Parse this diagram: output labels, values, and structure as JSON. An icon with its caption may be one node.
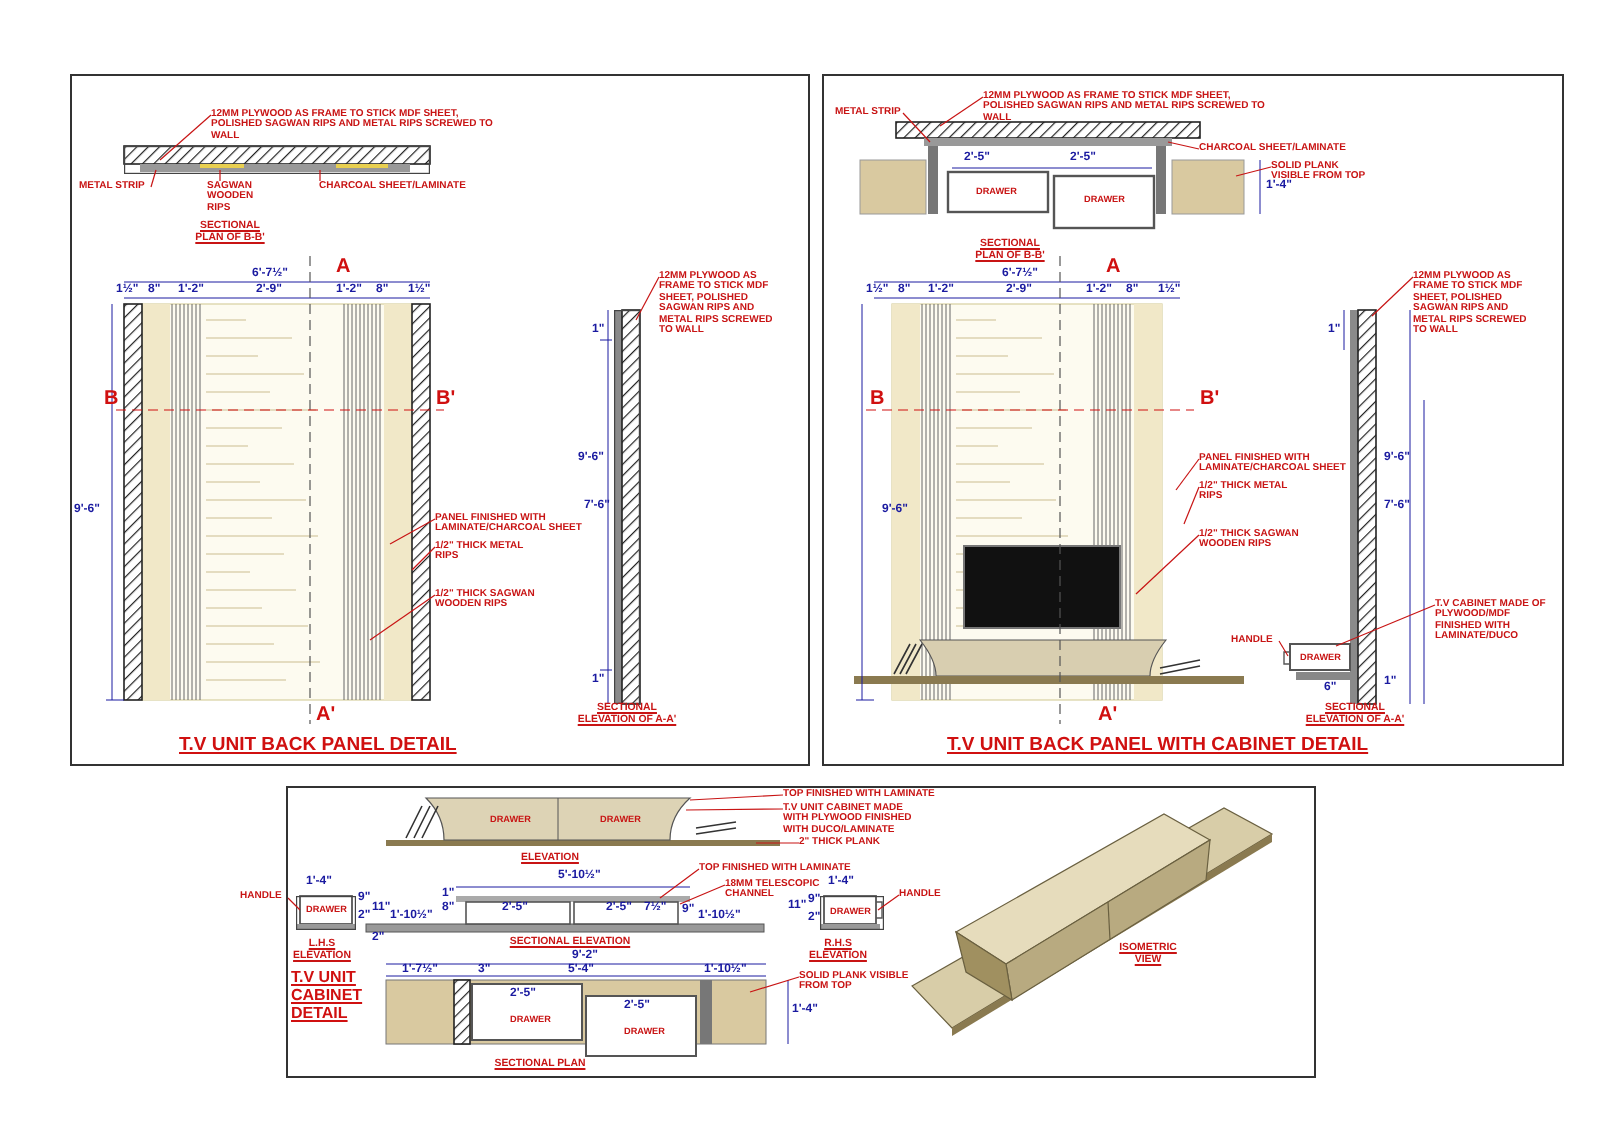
{
  "diagram": {
    "nodes": [
      {
        "text": [
          "T.V UNIT BACK PANEL DETAIL"
        ]
      },
      {
        "text": [
          "T.V UNIT BACK PANEL WITH CABINET DETAIL"
        ]
      },
      {
        "text": [
          "T.V UNIT CABINET DETAIL"
        ]
      },
      {
        "text": [
          "12MM PLYWOOD AS FRAME TO STICK MDF SHEET, POLISHED SAGWAN RIPS AND METAL RIPS SCREWED TO WALL"
        ],
        "in": 0
      },
      {
        "text": [
          "METAL STRIP"
        ],
        "in": 0
      },
      {
        "text": [
          "SAGWAN WOODEN RIPS"
        ],
        "in": 0
      },
      {
        "text": [
          "CHARCOAL SHEET/LAMINATE"
        ],
        "in": 0
      },
      {
        "text": [
          "12MM PLYWOOD AS FRAME TO STICK MDF SHEET, POLISHED SAGWAN RIPS AND METAL RIPS SCREWED TO WALL"
        ],
        "in": 0
      },
      {
        "text": [
          "PANEL FINISHED WITH LAMINATE/CHARCOAL SHEET"
        ],
        "in": 0
      },
      {
        "text": [
          "1/2\" THICK METAL RIPS"
        ],
        "in": 0
      },
      {
        "text": [
          "1/2\" THICK SAGWAN WOODEN RIPS"
        ],
        "in": 0
      },
      {
        "text": [
          "12MM PLYWOOD AS FRAME TO STICK MDF SHEET, POLISHED SAGWAN RIPS AND METAL RIPS SCREWED TO WALL"
        ],
        "in": 1
      },
      {
        "text": [
          "METAL STRIP"
        ],
        "in": 1
      },
      {
        "text": [
          "CHARCOAL SHEET/LAMINATE"
        ],
        "in": 1
      },
      {
        "text": [
          "SOLID PLANK VISIBLE FROM TOP"
        ],
        "in": 1
      },
      {
        "text": [
          "12MM PLYWOOD AS FRAME TO STICK MDF SHEET, POLISHED SAGWAN RIPS AND METAL RIPS SCREWED TO WALL"
        ],
        "in": 1
      },
      {
        "text": [
          "PANEL FINISHED WITH LAMINATE/CHARCOAL SHEET"
        ],
        "in": 1
      },
      {
        "text": [
          "1/2\" THICK METAL RIPS"
        ],
        "in": 1
      },
      {
        "text": [
          "1/2\" THICK SAGWAN WOODEN RIPS"
        ],
        "in": 1
      },
      {
        "text": [
          "T.V CABINET MADE OF PLYWOOD/MDF FINISHED WITH LAMINATE/DUCO"
        ],
        "in": 1
      },
      {
        "text": [
          "HANDLE"
        ],
        "in": 1
      },
      {
        "text": [
          "TOP FINISHED WITH LAMINATE"
        ],
        "in": 2
      },
      {
        "text": [
          "T.V UNIT CABINET MADE WITH PLYWOOD FINISHED WITH DUCO/LAMINATE"
        ],
        "in": 2
      },
      {
        "text": [
          "2\" THICK PLANK"
        ],
        "in": 2
      },
      {
        "text": [
          "TOP FINISHED WITH LAMINATE"
        ],
        "in": 2
      },
      {
        "text": [
          "18MM TELESCOPIC CHANNEL"
        ],
        "in": 2
      },
      {
        "text": [
          "HANDLE"
        ]
      },
      {
        "text": [
          "HANDLE"
        ],
        "in": 2
      },
      {
        "text": [
          "SOLID PLANK VISIBLE FROM TOP"
        ],
        "in": 2
      },
      {
        "text": [],
        "shape": "box",
        "in": 0
      },
      {
        "text": [],
        "shape": "picture",
        "in": 0
      },
      {
        "text": [],
        "shape": "box",
        "in": 0
      },
      {
        "text": [],
        "shape": "picture",
        "in": 1
      },
      {
        "text": [],
        "shape": "picture",
        "in": 1
      },
      {
        "text": [],
        "shape": "picture",
        "in": 1
      },
      {
        "text": [],
        "shape": "picture",
        "in": 2
      },
      {
        "text": [],
        "shape": "picture",
        "in": 2
      },
      {
        "text": [],
        "shape": "box",
        "in": 2
      },
      {
        "text": [],
        "shape": "box",
        "in": 2
      },
      {
        "text": [],
        "shape": "picture",
        "in": 2
      }
    ],
    "edges": [
      {
        "from": 3,
        "to": 29,
        "arrow": "none"
      },
      {
        "from": 4,
        "to": 29,
        "arrow": "none"
      },
      {
        "from": 5,
        "to": 29,
        "arrow": "none"
      },
      {
        "from": 6,
        "to": 29,
        "arrow": "none"
      },
      {
        "from": 7,
        "to": 31,
        "arrow": "none"
      },
      {
        "from": 8,
        "to": 30,
        "arrow": "none"
      },
      {
        "from": 9,
        "to": 30,
        "arrow": "none"
      },
      {
        "from": 10,
        "to": 30,
        "arrow": "none"
      },
      {
        "from": 11,
        "to": 32,
        "arrow": "none"
      },
      {
        "from": 12,
        "to": 32,
        "arrow": "none"
      },
      {
        "from": 13,
        "to": 32,
        "arrow": "none"
      },
      {
        "from": 14,
        "to": 32,
        "arrow": "none"
      },
      {
        "from": 15,
        "to": 34,
        "arrow": "none"
      },
      {
        "from": 16,
        "to": 33,
        "arrow": "none"
      },
      {
        "from": 17,
        "to": 33,
        "arrow": "none"
      },
      {
        "from": 18,
        "to": 33,
        "arrow": "none"
      },
      {
        "from": 19,
        "to": 34,
        "arrow": "none"
      },
      {
        "from": 20,
        "to": 34,
        "arrow": "none"
      },
      {
        "from": 21,
        "to": 35,
        "arrow": "none"
      },
      {
        "from": 22,
        "to": 35,
        "arrow": "none"
      },
      {
        "from": 23,
        "to": 35,
        "arrow": "none"
      },
      {
        "from": 24,
        "to": 36,
        "arrow": "none"
      },
      {
        "from": 25,
        "to": 36,
        "arrow": "none"
      },
      {
        "from": 26,
        "to": 37,
        "arrow": "none"
      },
      {
        "from": 27,
        "to": 38,
        "arrow": "none"
      },
      {
        "from": 28,
        "to": 39,
        "arrow": "none"
      }
    ],
    "labels": [
      "SECTIONAL PLAN OF B-B'",
      "A",
      "6'-7½\"",
      "1½\"",
      "8\"",
      "1'-2\"",
      "2'-9\"",
      "1'-2\"",
      "8\"",
      "1½\"",
      "1\"",
      "B",
      "B'",
      "9'-6\"",
      "9'-6\"",
      "7'-6\"",
      "1\"",
      "A'",
      "SECTIONAL ELEVATION OF A-A'",
      "2'-5\"",
      "2'-5\"",
      "DRAWER",
      "DRAWER",
      "1'-4\"",
      "SECTIONAL PLAN OF B-B'",
      "A",
      "6'-7½\"",
      "1½\"",
      "8\"",
      "1'-2\"",
      "2'-9\"",
      "1'-2\"",
      "8\"",
      "1½\"",
      "1\"",
      "B",
      "B'",
      "9'-6\"",
      "9'-6\"",
      "7'-6\"",
      "DRAWER",
      "1\"",
      "6\"",
      "A'",
      "SECTIONAL ELEVATION OF A-A'",
      "DRAWER",
      "DRAWER",
      "ELEVATION",
      "1'-4\"",
      "DRAWER",
      "9\"",
      "2\"",
      "11\"",
      "L.H.S ELEVATION",
      "5'-10½\"",
      "1\"",
      "8\"",
      "2'-5\"",
      "2'-5\"",
      "7½\"",
      "9\"",
      "1'-10½\"",
      "1'-10½\"",
      "2\"",
      "SECTIONAL ELEVATION",
      "1'-4\"",
      "11\"",
      "9\"",
      "2\"",
      "DRAWER",
      "R.H.S ELEVATION",
      "9'-2\"",
      "1'-7½\"",
      "3\"",
      "5'-4\"",
      "1'-10½\"",
      "2'-5\"",
      "2'-5\"",
      "DRAWER",
      "DRAWER",
      "1'-4\"",
      "SECTIONAL PLAN",
      "ISOMETRIC VIEW"
    ]
  }
}
